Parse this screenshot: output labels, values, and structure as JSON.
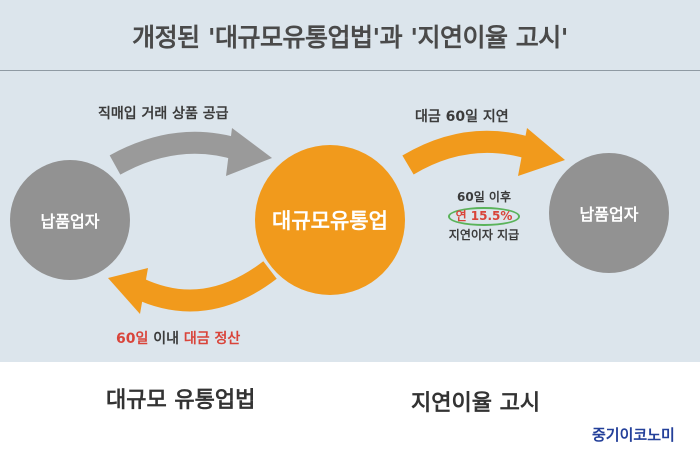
{
  "title": "개정된 '대규모유통업법'과 '지연이율 고시'",
  "nodes": {
    "left": "납품업자",
    "center": "대규모유통업",
    "right": "납품업자"
  },
  "labels": {
    "top_left": "직매입 거래 상품 공급",
    "top_right": "대금 60일 지연",
    "bottom_part1": "60일",
    "bottom_part2": " 이내 ",
    "bottom_part3": "대금 정산"
  },
  "rate_note": {
    "line1": "60일 이후",
    "rate": "연 15.5%",
    "line3": "지연이자 지급"
  },
  "captions": {
    "left": "대규모 유통업법",
    "right": "지연이율 고시"
  },
  "brand": "중기이코노미",
  "colors": {
    "band": "#dce5ec",
    "gray_arrow": "#9a9a9a",
    "orange": "#f19a1c",
    "red": "#d9443a",
    "navy": "#24409a"
  }
}
